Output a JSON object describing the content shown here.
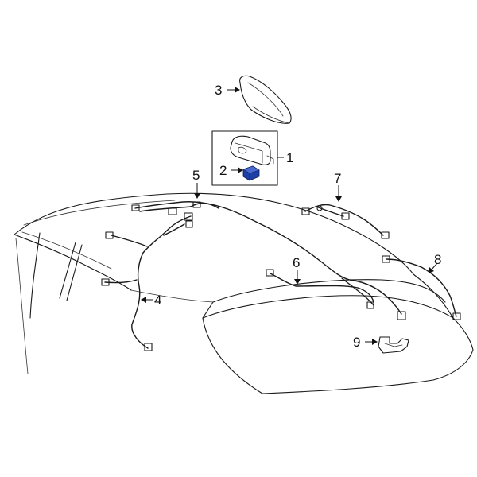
{
  "callouts": [
    {
      "id": "1",
      "text": "1"
    },
    {
      "id": "2",
      "text": "2"
    },
    {
      "id": "3",
      "text": "3"
    },
    {
      "id": "4",
      "text": "4"
    },
    {
      "id": "5",
      "text": "5"
    },
    {
      "id": "6",
      "text": "6"
    },
    {
      "id": "7",
      "text": "7"
    },
    {
      "id": "8",
      "text": "8"
    },
    {
      "id": "9",
      "text": "9"
    }
  ],
  "colors": {
    "outline": "#1a1a1a",
    "highlight_part": "#1f3fa8",
    "highlight_part_light": "#4a6ad1",
    "background": "#ffffff"
  }
}
